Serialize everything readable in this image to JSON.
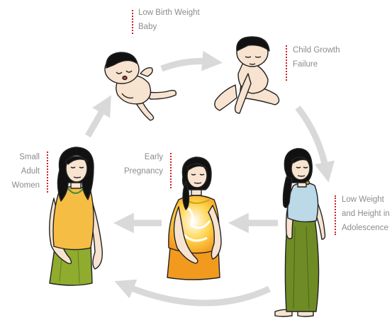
{
  "stages": [
    {
      "id": "low-birth-weight-baby",
      "lines": [
        "Low Birth Weight",
        "Baby"
      ]
    },
    {
      "id": "child-growth-failure",
      "lines": [
        "Child Growth",
        "Failure"
      ]
    },
    {
      "id": "low-weight-height-adolescence",
      "lines": [
        "Low Weight",
        "and Height in",
        "Adolescence"
      ]
    },
    {
      "id": "early-pregnancy",
      "lines": [
        "Early",
        "Pregnancy"
      ]
    },
    {
      "id": "small-adult-women",
      "lines": [
        "Small",
        "Adult",
        "Women"
      ]
    }
  ],
  "colors": {
    "arrow": "#d9d9d9",
    "label_text": "#8c8c8c",
    "tick": "#d21d25",
    "skin": "#f7e3cf",
    "hair": "#111111",
    "shirt_yellow": "#f6bd45",
    "skirt_green": "#8fac2e",
    "shirt_blue": "#bcd9e8",
    "skirt_olive": "#6f8b25",
    "dress_pattern": "#f29a1e"
  },
  "icons": [
    "baby-figure-icon",
    "child-figure-icon",
    "adolescent-figure-icon",
    "pregnant-woman-figure-icon",
    "adult-woman-figure-icon"
  ]
}
